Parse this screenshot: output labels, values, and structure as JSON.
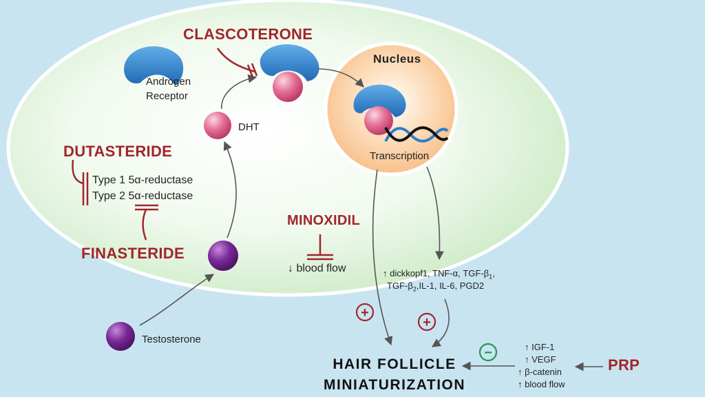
{
  "drugs": {
    "clascoterone": "CLASCOTERONE",
    "dutasteride": "DUTASTERIDE",
    "finasteride": "FINASTERIDE",
    "minoxidil": "MINOXIDIL",
    "prp": "PRP"
  },
  "labels": {
    "androgen_receptor_line1": "Androgen",
    "androgen_receptor_line2": "Receptor",
    "dht": "DHT",
    "testosterone": "Testosterone",
    "nucleus": "Nucleus",
    "transcription": "Transcription",
    "type1": "Type 1 5α-reductase",
    "type2": "Type 2 5α-reductase",
    "blood_flow_down": "↓ blood flow"
  },
  "factors": {
    "line1_prefix": "↑ dickkopf1, TNF-α, TGF-β",
    "line1_sub": "1",
    "line1_suffix": ",",
    "line2_prefix": "TGF-β",
    "line2_sub": "2",
    "line2_suffix": ",IL-1, IL-6, PGD2"
  },
  "prp_effects": [
    "↑ IGF-1",
    "↑ VEGF",
    "↑ β-catenin",
    "↑ blood flow"
  ],
  "outcome": {
    "line1": "HAIR FOLLICLE",
    "line2": "MINIATURIZATION"
  },
  "signs": {
    "plus": "+",
    "minus": "−"
  },
  "colors": {
    "drug_red": "#a0262b",
    "receptor_blue": "#2f7fcb",
    "dht_pink": "#d9577e",
    "testosterone_purple": "#6c1d86",
    "minus_green": "#1f9a4a",
    "background": "#c9e4f1"
  }
}
